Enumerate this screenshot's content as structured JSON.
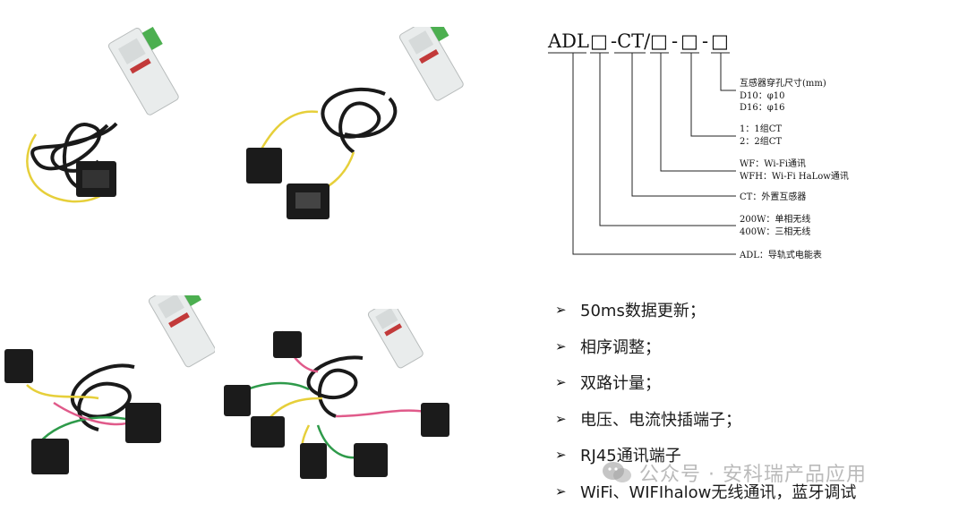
{
  "model_code": {
    "prefix": "ADL",
    "mid": "-CT/",
    "sep": "-",
    "box": "□",
    "annotations": [
      {
        "lines": [
          "互感器穿孔尺寸(mm)",
          "D10：φ10",
          "D16：φ16"
        ]
      },
      {
        "lines": [
          "1：1组CT",
          "2：2组CT"
        ]
      },
      {
        "lines": [
          "WF：Wi-Fi通讯",
          "WFH：Wi-Fi HaLow通讯"
        ]
      },
      {
        "lines": [
          "CT：外置互感器"
        ]
      },
      {
        "lines": [
          "200W：单相无线",
          "400W：三相无线"
        ]
      },
      {
        "lines": [
          "ADL：导轨式电能表"
        ]
      }
    ]
  },
  "features": {
    "bullet": "➢",
    "items": [
      "50ms数据更新；",
      "相序调整；",
      "双路计量；",
      "电压、电流快插端子；",
      "RJ45通讯端子",
      "WiFi、WIFIhalow无线通讯，蓝牙调试"
    ]
  },
  "watermark": {
    "text": "公众号 · 安科瑞产品应用",
    "icon": "wechat-icon"
  },
  "photos": [
    {
      "icon": "meter-one-ct-photo"
    },
    {
      "icon": "meter-two-ct-photo"
    },
    {
      "icon": "meter-three-ct-photo"
    },
    {
      "icon": "meter-six-ct-photo"
    }
  ],
  "colors": {
    "wire_yellow": "#e6cf3a",
    "wire_green": "#2e9a4a",
    "wire_pink": "#e05a8a",
    "cable": "#1a1a1a",
    "meter_body": "#e9ecec",
    "terminal_green": "#4caf50"
  }
}
